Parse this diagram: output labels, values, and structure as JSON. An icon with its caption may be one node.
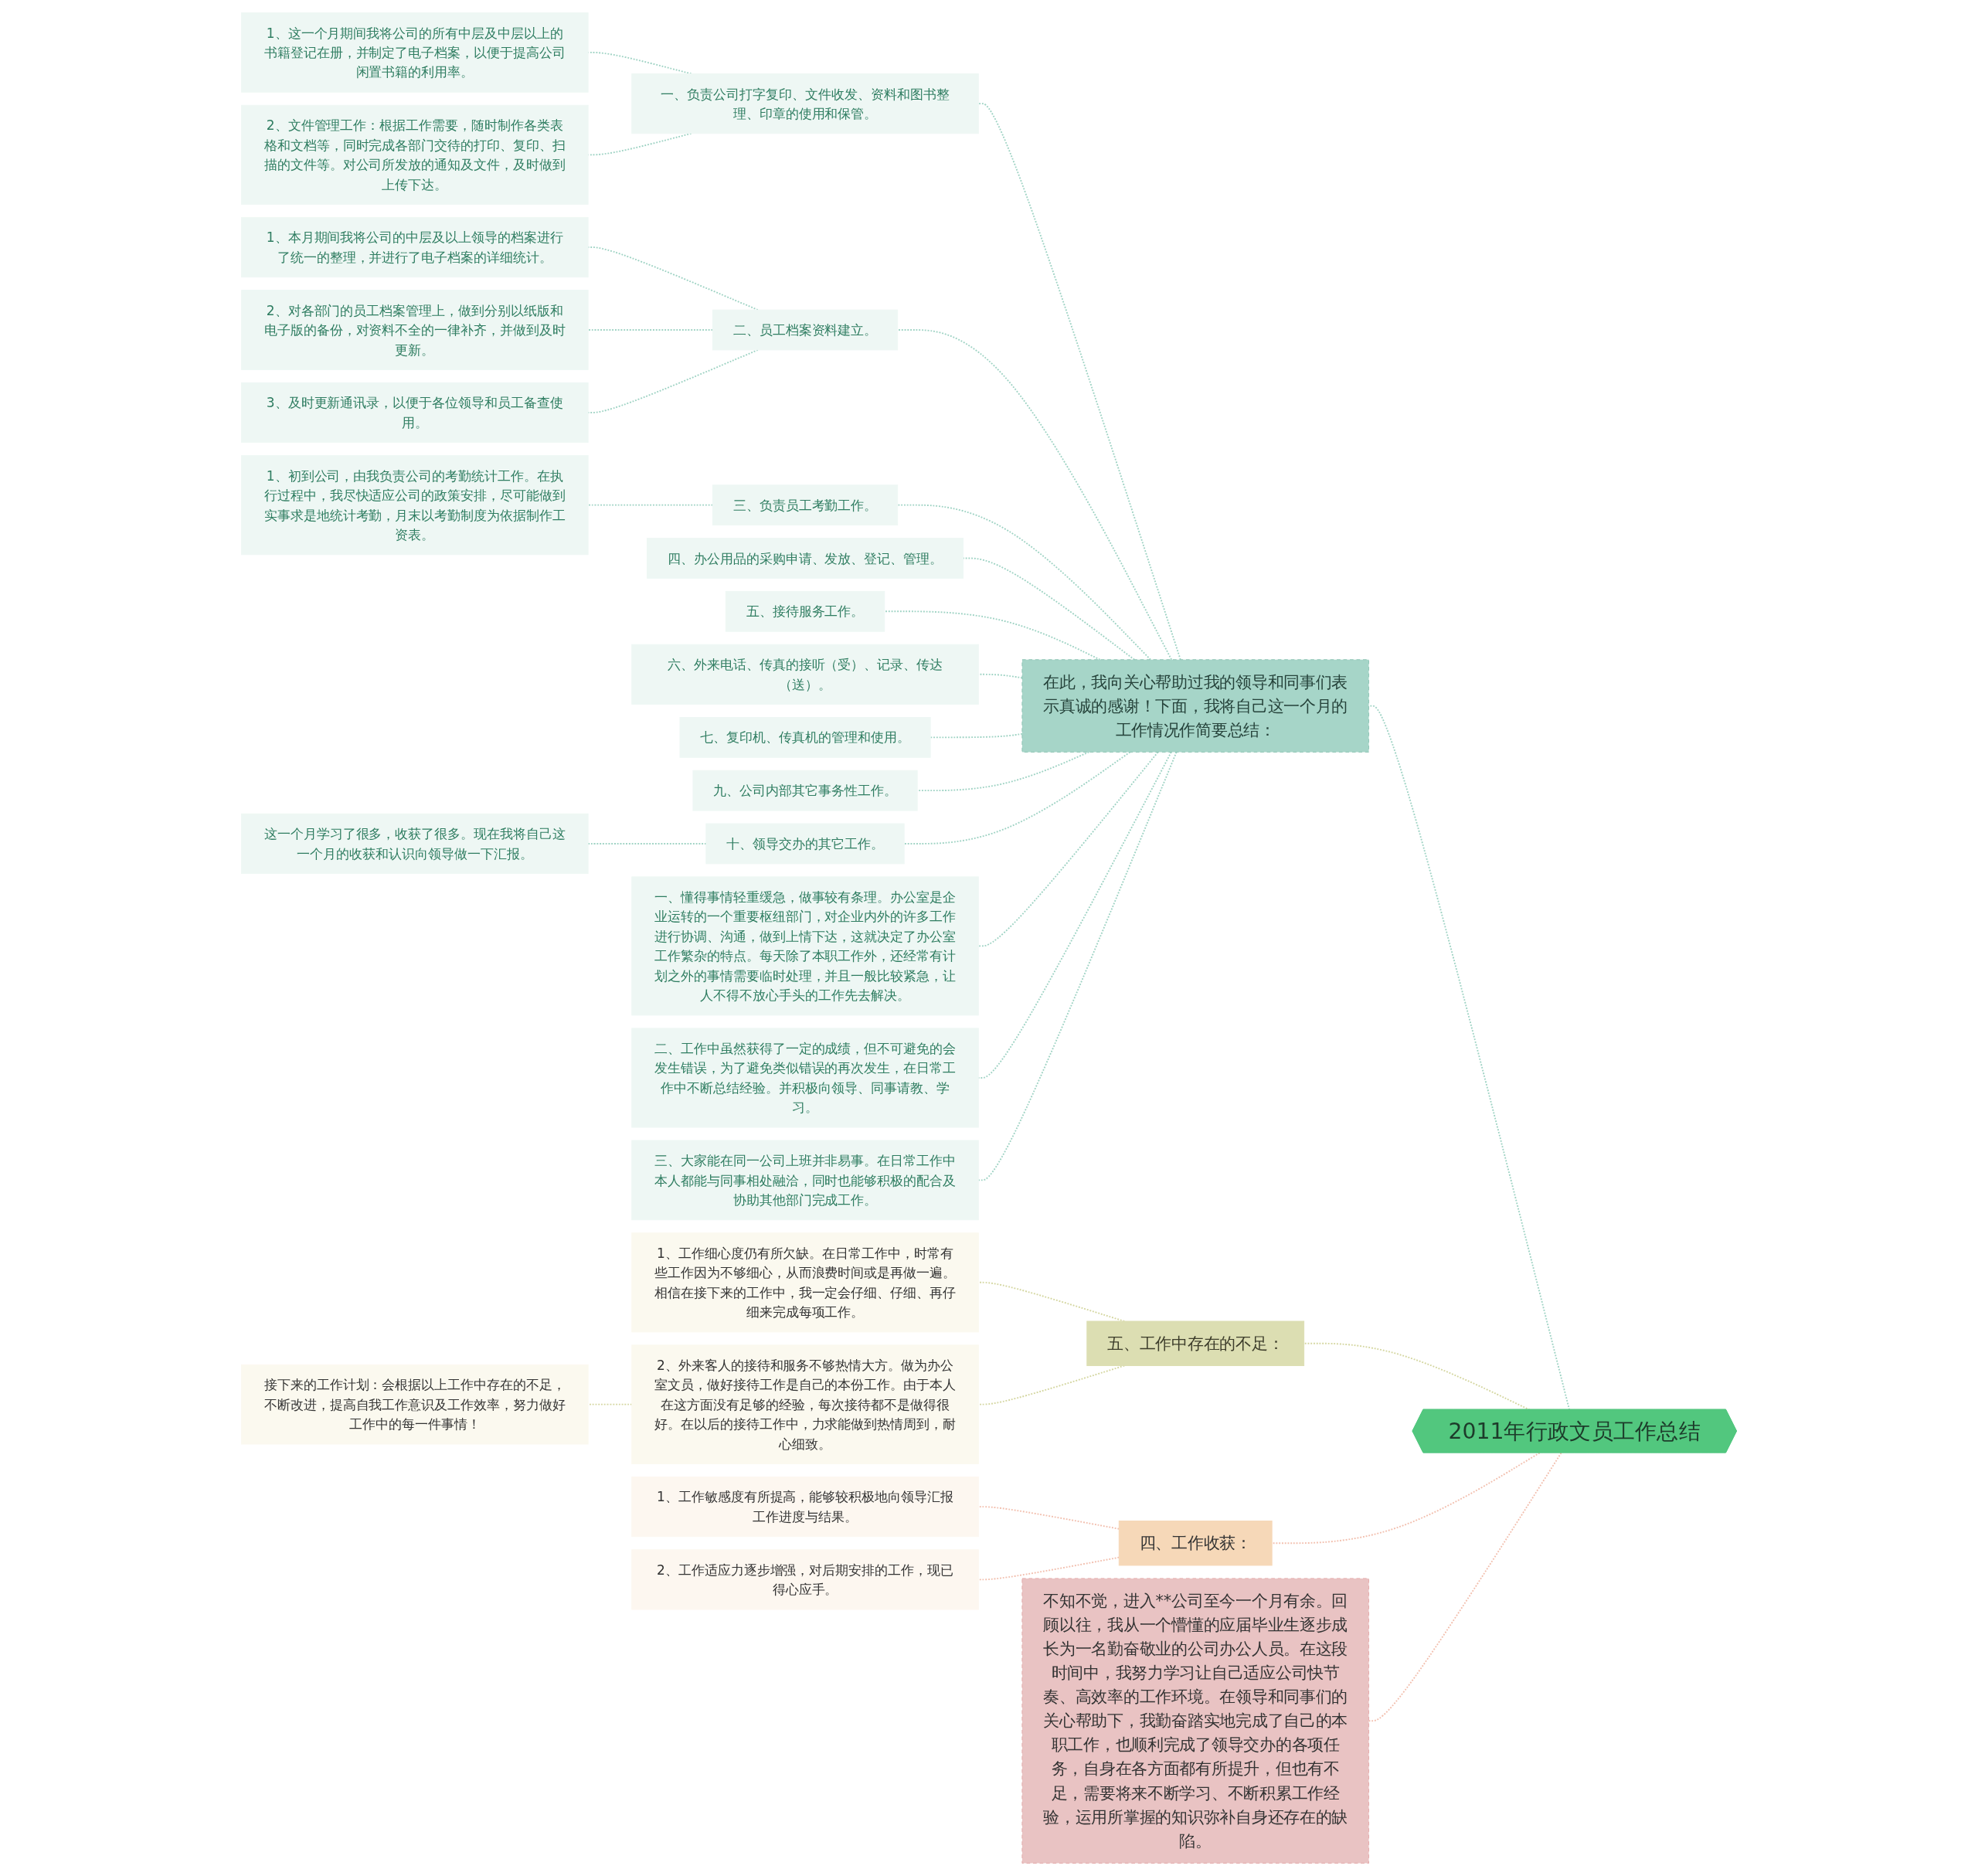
{
  "diagram": {
    "nodes": [
      {
        "text": [
          "2011年行政文员工作总结"
        ]
      },
      {
        "text": [
          "在此，我向关心帮助过我的领导和同事们表示真诚的感谢！下面，我将自己这一个月的工作情况作简要总结："
        ]
      },
      {
        "text": [
          "一、负责公司打字复印、文件收发、资料和图书整理、印章的使用和保管。"
        ]
      },
      {
        "text": [
          "1、这一个月期间我将公司的所有中层及中层以上的书籍登记在册，并制定了电子档案，以便于提高公司闲置书籍的利用率。"
        ]
      },
      {
        "text": [
          "2、文件管理工作：根据工作需要，随时制作各类表格和文档等，同时完成各部门交待的打印、复印、扫描的文件等。对公司所发放的通知及文件，及时做到上传下达。"
        ]
      },
      {
        "text": [
          "二、员工档案资料建立。"
        ]
      },
      {
        "text": [
          "1、本月期间我将公司的中层及以上领导的档案进行了统一的整理，并进行了电子档案的详细统计。"
        ]
      },
      {
        "text": [
          "2、对各部门的员工档案管理上，做到分别以纸版和电子版的备份，对资料不全的一律补齐，并做到及时更新。"
        ]
      },
      {
        "text": [
          "3、及时更新通讯录，以便于各位领导和员工备查使用。"
        ]
      },
      {
        "text": [
          "三、负责员工考勤工作。"
        ]
      },
      {
        "text": [
          "1、初到公司，由我负责公司的考勤统计工作。在执行过程中，我尽快适应公司的政策安排，尽可能做到实事求是地统计考勤，月末以考勤制度为依据制作工资表。"
        ]
      },
      {
        "text": [
          "四、办公用品的采购申请、发放、登记、管理。"
        ]
      },
      {
        "text": [
          "五、接待服务工作。"
        ]
      },
      {
        "text": [
          "六、外来电话、传真的接听（受）、记录、传达（送）。"
        ]
      },
      {
        "text": [
          "七、复印机、传真机的管理和使用。"
        ]
      },
      {
        "text": [
          "九、公司内部其它事务性工作。"
        ]
      },
      {
        "text": [
          "十、领导交办的其它工作。"
        ]
      },
      {
        "text": [
          "这一个月学习了很多，收获了很多。现在我将自己这一个月的收获和认识向领导做一下汇报。"
        ]
      },
      {
        "text": [
          "一、懂得事情轻重缓急，做事较有条理。办公室是企业运转的一个重要枢纽部门，对企业内外的许多工作进行协调、沟通，做到上情下达，这就决定了办公室工作繁杂的特点。每天除了本职工作外，还经常有计划之外的事情需要临时处理，并且一般比较紧急，让人不得不放心手头的工作先去解决。"
        ]
      },
      {
        "text": [
          "二、工作中虽然获得了一定的成绩，但不可避免的会发生错误，为了避免类似错误的再次发生，在日常工作中不断总结经验。并积极向领导、同事请教、学习。"
        ]
      },
      {
        "text": [
          "三、大家能在同一公司上班并非易事。在日常工作中本人都能与同事相处融洽，同时也能够积极的配合及协助其他部门完成工作。"
        ]
      },
      {
        "text": [
          "五、工作中存在的不足："
        ]
      },
      {
        "text": [
          "1、工作细心度仍有所欠缺。在日常工作中，时常有些工作因为不够细心，从而浪费时间或是再做一遍。相信在接下来的工作中，我一定会仔细、仔细、再仔细来完成每项工作。"
        ]
      },
      {
        "text": [
          "2、外来客人的接待和服务不够热情大方。做为办公室文员，做好接待工作是自己的本份工作。由于本人在这方面没有足够的经验，每次接待都不是做得很好。在以后的接待工作中，力求能做到热情周到，耐心细致。"
        ]
      },
      {
        "text": [
          "接下来的工作计划：会根据以上工作中存在的不足，不断改进，提高自我工作意识及工作效率，努力做好工作中的每一件事情！"
        ]
      },
      {
        "text": [
          "不知不觉，进入**公司至今一个月有余。回顾以往，我从一个懵懂的应届毕业生逐步成长为一名勤奋敬业的公司办公人员。在这段时间中，我努力学习让自己适应公司快节奏、高效率的工作环境。在领导和同事们的关心帮助下，我勤奋踏实地完成了自己的本职工作，也顺利完成了领导交办的各项任务，自身在各方面都有所提升，但也有不足，需要将来不断学习、不断积累工作经验，运用所掌握的知识弥补自身还存在的缺陷。"
        ]
      },
      {
        "text": [
          "四、工作收获："
        ]
      },
      {
        "text": [
          "1、工作敏感度有所提高，能够较积极地向领导汇报工作进度与结果。"
        ]
      },
      {
        "text": [
          "2、工作适应力逐步增强，对后期安排的工作，现已得心应手。"
        ]
      }
    ],
    "edges": [
      {
        "from": 0,
        "to": 1,
        "arrow": "none",
        "style": "dashed"
      },
      {
        "from": 1,
        "to": 2,
        "arrow": "none",
        "style": "dashed"
      },
      {
        "from": 2,
        "to": 3,
        "arrow": "none",
        "style": "dashed"
      },
      {
        "from": 2,
        "to": 4,
        "arrow": "none",
        "style": "dashed"
      },
      {
        "from": 1,
        "to": 5,
        "arrow": "none",
        "style": "dashed"
      },
      {
        "from": 5,
        "to": 6,
        "arrow": "none",
        "style": "dashed"
      },
      {
        "from": 5,
        "to": 7,
        "arrow": "none",
        "style": "dashed"
      },
      {
        "from": 5,
        "to": 8,
        "arrow": "none",
        "style": "dashed"
      },
      {
        "from": 1,
        "to": 9,
        "arrow": "none",
        "style": "dashed"
      },
      {
        "from": 9,
        "to": 10,
        "arrow": "none",
        "style": "dashed"
      },
      {
        "from": 1,
        "to": 11,
        "arrow": "none",
        "style": "dashed"
      },
      {
        "from": 1,
        "to": 12,
        "arrow": "none",
        "style": "dashed"
      },
      {
        "from": 1,
        "to": 13,
        "arrow": "none",
        "style": "dashed"
      },
      {
        "from": 1,
        "to": 14,
        "arrow": "none",
        "style": "dashed"
      },
      {
        "from": 1,
        "to": 15,
        "arrow": "none",
        "style": "dashed"
      },
      {
        "from": 1,
        "to": 16,
        "arrow": "none",
        "style": "dashed"
      },
      {
        "from": 16,
        "to": 17,
        "arrow": "none",
        "style": "dashed"
      },
      {
        "from": 1,
        "to": 18,
        "arrow": "none",
        "style": "dashed"
      },
      {
        "from": 1,
        "to": 19,
        "arrow": "none",
        "style": "dashed"
      },
      {
        "from": 1,
        "to": 20,
        "arrow": "none",
        "style": "dashed"
      },
      {
        "from": 0,
        "to": 21,
        "arrow": "none",
        "style": "dashed",
        "color": "#d4d6a0"
      },
      {
        "from": 21,
        "to": 22,
        "arrow": "none",
        "style": "dashed",
        "color": "#d4d6a0"
      },
      {
        "from": 21,
        "to": 23,
        "arrow": "none",
        "style": "dashed",
        "color": "#d4d6a0"
      },
      {
        "from": 23,
        "to": 24,
        "arrow": "none",
        "style": "dashed",
        "color": "#d4d6a0"
      },
      {
        "from": 0,
        "to": 25,
        "arrow": "none",
        "style": "dashed",
        "color": "#f2bfae"
      },
      {
        "from": 0,
        "to": 26,
        "arrow": "none",
        "style": "dashed",
        "color": "#f2bfae"
      },
      {
        "from": 26,
        "to": 27,
        "arrow": "none",
        "style": "dashed",
        "color": "#f2bfae"
      },
      {
        "from": 26,
        "to": 28,
        "arrow": "none",
        "style": "dashed",
        "color": "#f2bfae"
      }
    ]
  }
}
